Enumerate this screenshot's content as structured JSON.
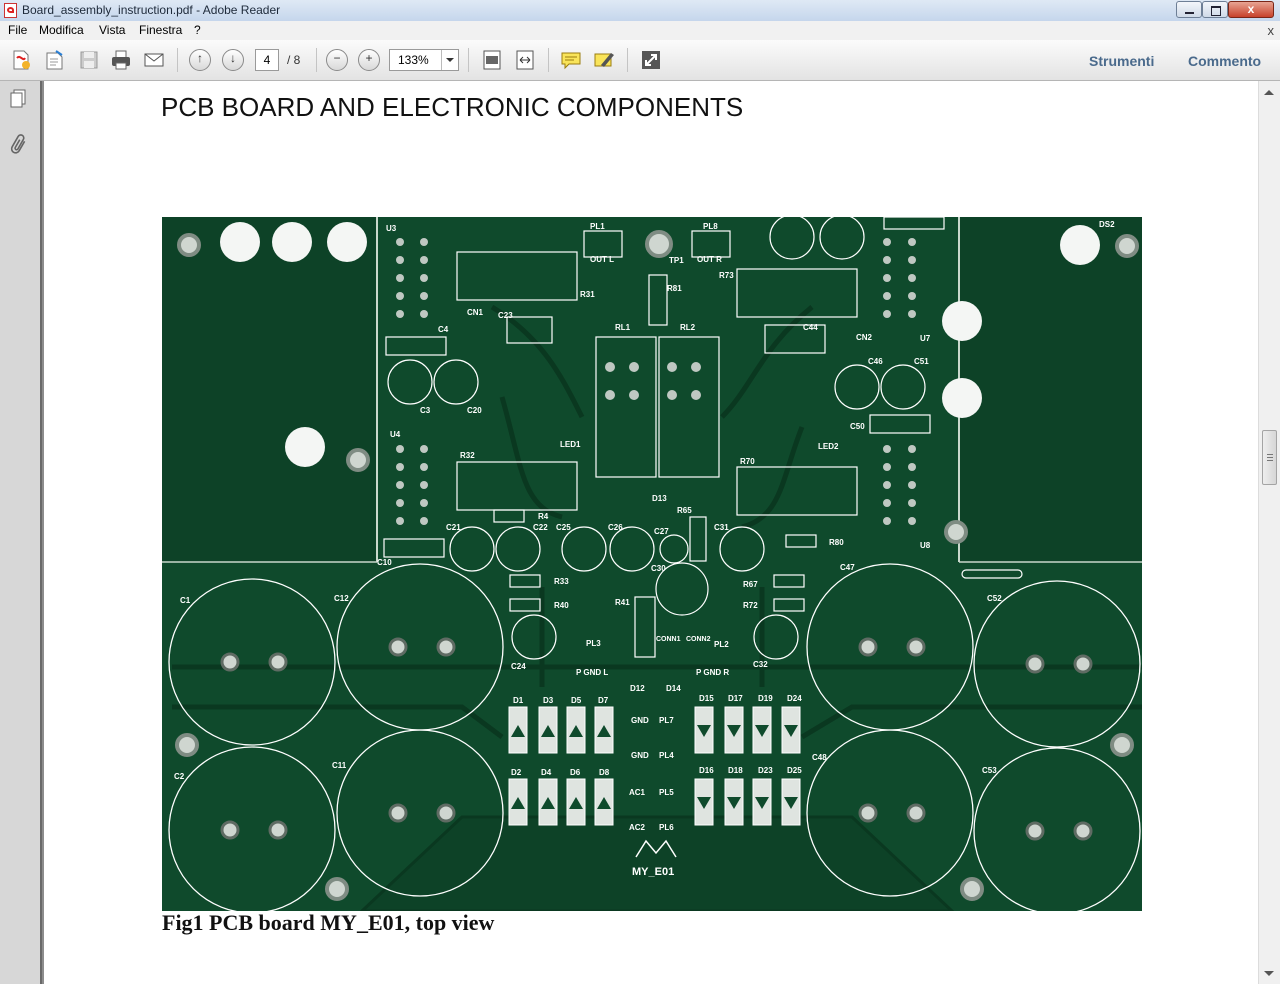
{
  "window": {
    "title": "Board_assembly_instruction.pdf - Adobe Reader",
    "close_glyph": "x"
  },
  "menu": {
    "items": [
      "File",
      "Modifica",
      "Vista",
      "Finestra",
      "?"
    ],
    "close_glyph": "x"
  },
  "toolbar": {
    "current_page": "4",
    "total_pages": "/ 8",
    "zoom": "133%",
    "tools_label": "Strumenti",
    "comment_label": "Commento",
    "prev_glyph": "↑",
    "next_glyph": "↓",
    "zoom_out_glyph": "−",
    "zoom_in_glyph": "+"
  },
  "document": {
    "heading": "PCB BOARD AND ELECTRONIC COMPONENTS",
    "caption": "Fig1  PCB board MY_E01, top view",
    "pcb_labels": {
      "ds2": "DS2",
      "u3": "U3",
      "u4": "U4",
      "u7": "U7",
      "u8": "U8",
      "pl1": "PL1",
      "pl8": "PL8",
      "out_l": "OUT L",
      "out_r": "OUT R",
      "tp1": "TP1",
      "r31": "R31",
      "r81": "R81",
      "r73": "R73",
      "rl1": "RL1",
      "rl2": "RL2",
      "cn1": "CN1",
      "cn2": "CN2",
      "c23": "C23",
      "c4": "C4",
      "c44": "C44",
      "c3": "C3",
      "c20": "C20",
      "c46": "C46",
      "c51": "C51",
      "c50": "C50",
      "led1": "LED1",
      "led2": "LED2",
      "r32": "R32",
      "r70": "R70",
      "d13": "D13",
      "r4": "R4",
      "r65": "R65",
      "r80": "R80",
      "c21": "C21",
      "c22": "C22",
      "c25": "C25",
      "c26": "C26",
      "c27": "C27",
      "c31": "C31",
      "c30": "C30",
      "c10": "C10",
      "c47": "C47",
      "c52": "C52",
      "c1": "C1",
      "c12": "C12",
      "r33": "R33",
      "r40": "R40",
      "r41": "R41",
      "r67": "R67",
      "r72": "R72",
      "c24": "C24",
      "c32": "C32",
      "pl3": "PL3",
      "pl2": "PL2",
      "conn1": "CONN1",
      "conn2": "CONN2",
      "p_gnd_l": "P GND L",
      "p_gnd_r": "P GND R",
      "d12": "D12",
      "d14": "D14",
      "gnd": "GND",
      "pl7": "PL7",
      "pl4": "PL4",
      "pl5": "PL5",
      "pl6": "PL6",
      "ac1": "AC1",
      "ac2": "AC2",
      "c2": "C2",
      "c11": "C11",
      "c48": "C48",
      "c53": "C53",
      "d1": "D1",
      "d3": "D3",
      "d5": "D5",
      "d7": "D7",
      "d15": "D15",
      "d17": "D17",
      "d19": "D19",
      "d24": "D24",
      "d2": "D2",
      "d4": "D4",
      "d6": "D6",
      "d8": "D8",
      "d16": "D16",
      "d18": "D18",
      "d23": "D23",
      "d25": "D25",
      "board_id": "MY_E01"
    }
  },
  "colors": {
    "pcb_green": "#0f4a2c",
    "copper_trace": "#0b3a21",
    "silkscreen": "#ffffff",
    "link_blue": "#4a6a8c"
  }
}
